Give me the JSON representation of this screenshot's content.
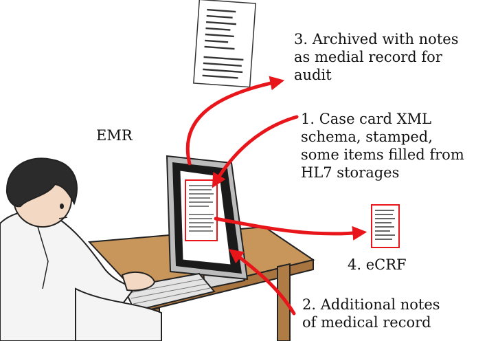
{
  "labels": {
    "emr": "EMR",
    "step1": [
      "1. Case card XML",
      "schema, stamped,",
      "some items filled from",
      "HL7 storages"
    ],
    "step2": [
      "2. Additional notes",
      "of medical record"
    ],
    "step3": [
      "3. Archived with notes",
      "as medial record for",
      "audit"
    ],
    "step4": "4. eCRF"
  },
  "colors": {
    "arrow": "#e8161b",
    "desk": "#c8955b",
    "monitor": "#1a1a1a",
    "hair": "#2b2b2b",
    "skin": "#f3d9c3",
    "coat": "#f4f4f4"
  }
}
